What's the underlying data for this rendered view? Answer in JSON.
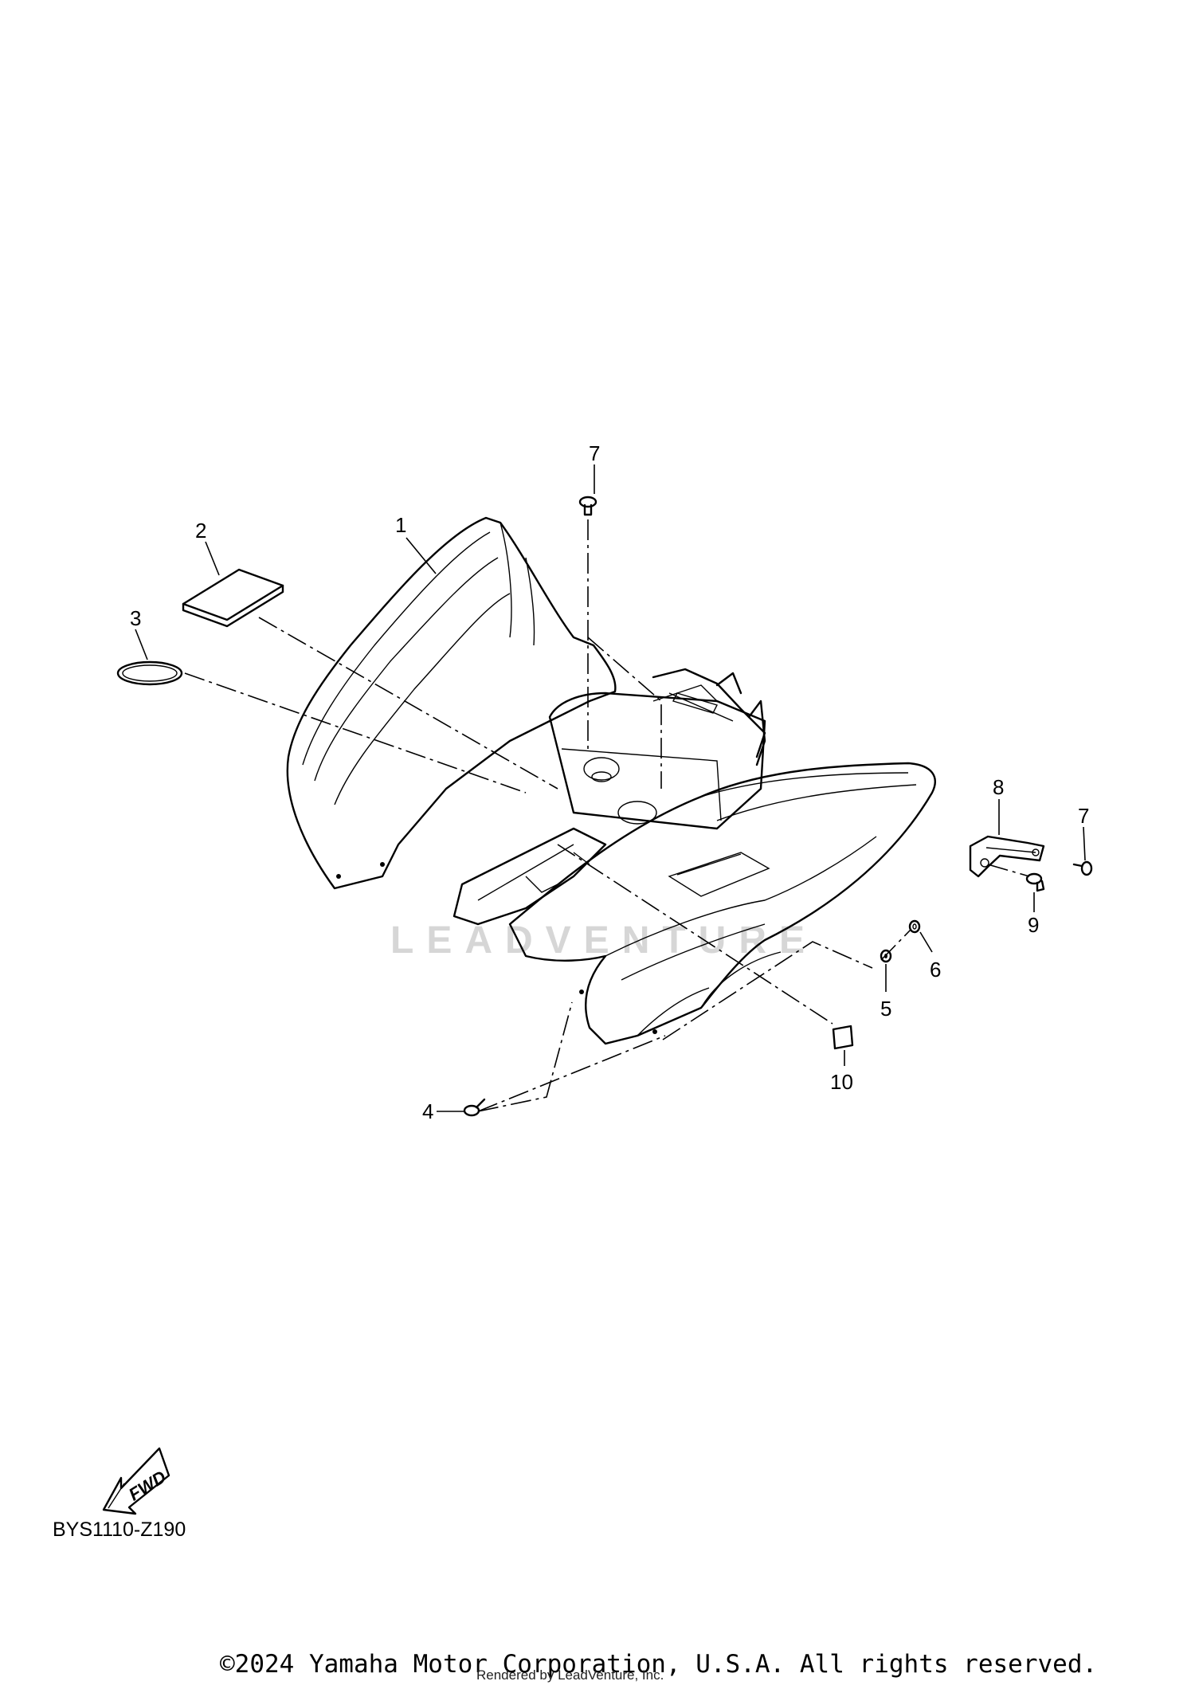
{
  "diagram": {
    "callouts": [
      {
        "id": "1",
        "label": "1"
      },
      {
        "id": "2",
        "label": "2"
      },
      {
        "id": "3",
        "label": "3"
      },
      {
        "id": "4",
        "label": "4"
      },
      {
        "id": "5",
        "label": "5"
      },
      {
        "id": "6",
        "label": "6"
      },
      {
        "id": "7a",
        "label": "7"
      },
      {
        "id": "7b",
        "label": "7"
      },
      {
        "id": "8",
        "label": "8"
      },
      {
        "id": "9",
        "label": "9"
      },
      {
        "id": "10",
        "label": "10"
      }
    ],
    "fwd_label": "FWD",
    "diagram_code": "BYS1110-Z190",
    "watermark": "LEADVENTURE",
    "copyright": "©2024 Yamaha Motor Corporation, U.S.A. All rights reserved.",
    "rendered_by": "Rendered by LeadVenture, Inc."
  }
}
